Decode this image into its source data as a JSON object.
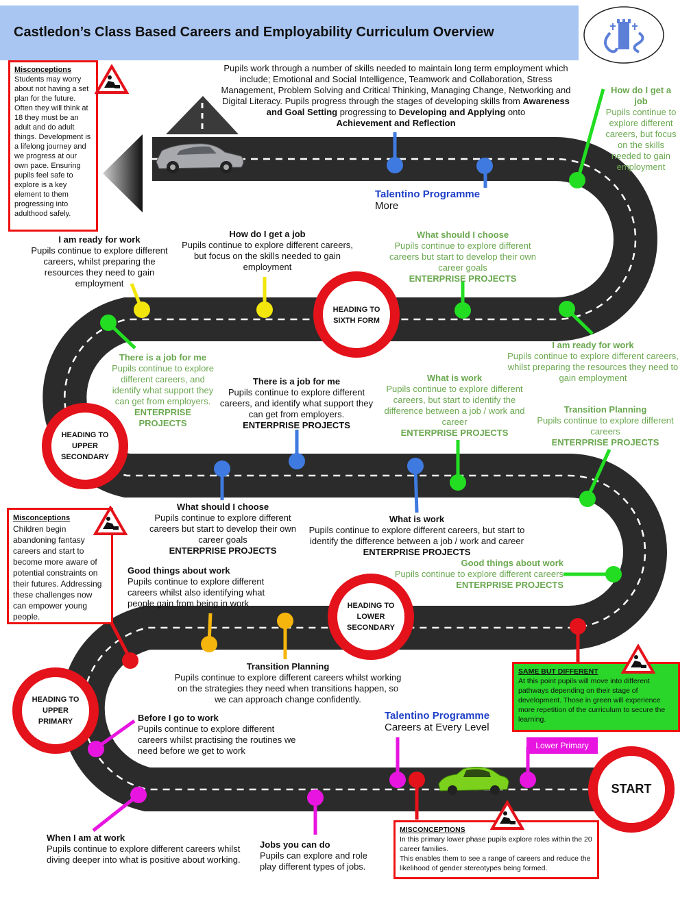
{
  "header": {
    "title": "Castledon’s Class Based Careers and Employability Curriculum Overview"
  },
  "intro": {
    "line1": "Pupils work through a number of skills needed to maintain long term employment which",
    "line2": "include; Emotional and Social Intelligence, Teamwork and Collaboration, Stress",
    "line3": "Management, Problem Solving and Critical Thinking, Managing Change, Networking and",
    "line4a": "Digital Literacy. Pupils progress through the stages of developing skills from",
    "line4b": "Awareness",
    "line5a": "and Goal Setting",
    "line5b": "progressing to",
    "line5c": "Developing and Applying",
    "line5d": "onto",
    "line6": "Achievement and Reflection"
  },
  "misconceptions_top": {
    "heading": "Misconceptions",
    "body": "Students may worry about not having a set plan for the future. Often they will think at 18 they must be an adult and do adult things. Development is a lifelong journey and we progress at our own pace. Ensuring pupils feel safe to explore is a key element to them progressing into adulthood safely."
  },
  "misconceptions_mid": {
    "heading": "Misconceptions",
    "body": "Children begin abandoning  fantasy careers and start to become more aware of potential constraints on their futures. Addressing these challenges now can empower young people."
  },
  "misconceptions_bottom": {
    "heading": "MISCONCEPTIONS",
    "line1": "In this primary lower phase pupils explore roles within the 20 career families.",
    "line2": "This enables them to see a range of careers and reduce the likelihood of gender stereotypes being formed."
  },
  "same_but_different": {
    "heading": "SAME BUT DIFFERENT",
    "body": "At this point pupils will move into different pathways depending on their stage of development.  Those in green will experience more repetition of the curriculum to secure the learning."
  },
  "circles": {
    "sixth_form": [
      "HEADING TO",
      "SIXTH FORM"
    ],
    "upper_secondary": [
      "HEADING TO",
      "UPPER",
      "SECONDARY"
    ],
    "lower_secondary": [
      "HEADING TO",
      "LOWER",
      "SECONDARY"
    ],
    "upper_primary": [
      "HEADING TO",
      "UPPER",
      "PRIMARY"
    ],
    "start": "START"
  },
  "talentino_top": {
    "title": "Talentino Programme",
    "sub": "More"
  },
  "talentino_bottom": {
    "title": "Talentino Programme",
    "sub": "Careers at Every Level"
  },
  "lower_primary_tag": "Lower Primary",
  "enterprise": "ENTERPRISE PROJECTS",
  "labels": {
    "how_job_green": {
      "title": "How do I get a",
      "title2": "job",
      "body": [
        "Pupils continue to",
        "explore different",
        "careers, but focus",
        "on the skills",
        "needed to gain",
        "employment"
      ]
    },
    "ready_black": {
      "title": "I am ready for work",
      "body": [
        "Pupils continue to explore different",
        "careers, whilst preparing the",
        "resources they need to gain",
        "employment"
      ]
    },
    "how_job_black": {
      "title": "How do I get a job",
      "body": [
        "Pupils continue to explore different careers,",
        "but focus on the skills needed to gain",
        "employment"
      ]
    },
    "choose_green": {
      "title": "What should I choose",
      "body": [
        "Pupils continue to explore different",
        "careers but start to develop their own",
        "career goals"
      ]
    },
    "ready_green": {
      "title": "I am ready for work",
      "body": [
        "Pupils continue to explore different careers,",
        "whilst preparing the resources they need to",
        "gain employment"
      ]
    },
    "job_for_me_green": {
      "title": "There is a job for me",
      "body": [
        "Pupils continue to explore",
        "different careers, and",
        "identify what support they",
        "can get from employers."
      ],
      "ep": [
        "ENTERPRISE",
        "PROJECTS"
      ]
    },
    "job_for_me_black": {
      "title": "There is a job for me",
      "body": [
        "Pupils continue to explore different",
        "careers, and identify what support they",
        "can get from employers."
      ]
    },
    "what_work_green": {
      "title": "What is work",
      "body": [
        "Pupils continue to explore different",
        "careers, but start to identify the",
        "difference between a job / work and",
        "career"
      ]
    },
    "transition_green": {
      "title": "Transition Planning",
      "body": [
        "Pupils continue to explore different",
        "careers"
      ]
    },
    "choose_black": {
      "title": "What should I choose",
      "body": [
        "Pupils continue to explore different",
        "careers but start to develop their own",
        "career goals"
      ]
    },
    "what_work_black": {
      "title": "What is work",
      "body": [
        "Pupils continue to explore different careers, but start to",
        "identify the difference between a job / work and career"
      ]
    },
    "good_things_black": {
      "title": "Good things about work",
      "body": [
        "Pupils continue to explore different",
        "careers whilst also identifying what",
        "people gain from being in work"
      ]
    },
    "good_things_green": {
      "title": "Good things about work",
      "body": [
        "Pupils continue to explore different careers"
      ]
    },
    "transition_black": {
      "title": "Transition Planning",
      "body": [
        "Pupils continue to explore different careers whilst working",
        "on the strategies they need when transitions happen, so",
        "we can approach change confidently."
      ]
    },
    "before_work": {
      "title": "Before I go to work",
      "body": [
        "Pupils continue to explore different",
        "careers whilst practising the  routines we",
        "need before we get to work"
      ]
    },
    "at_work": {
      "title": "When I am at work",
      "body": [
        "Pupils continue to explore different careers whilst",
        "diving deeper into what is positive about working."
      ]
    },
    "jobs_do": {
      "title": "Jobs you can do",
      "body": [
        "Pupils can explore and role",
        "play different types of jobs."
      ]
    }
  },
  "colors": {
    "road": "#2b2b2b",
    "header_bg": "#a9c6f2",
    "blue_pin": "#3f7ae0",
    "green_pin": "#22dd22",
    "yellow_pin": "#f2e60c",
    "orange_pin": "#f5b50d",
    "red_pin": "#e4121a",
    "magenta_pin": "#e815e0",
    "green_text": "#6aa84f",
    "talentino": "#1f3fc7"
  },
  "icons": [
    "road-perspective-icon",
    "arrow-left-icon",
    "car-grey-icon",
    "car-green-icon",
    "roadworks-warning-icon",
    "school-logo-icon"
  ]
}
